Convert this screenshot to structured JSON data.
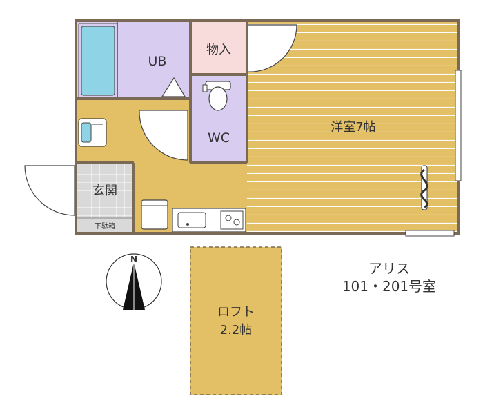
{
  "colors": {
    "wall": "#7a6a55",
    "floor": "#e3c066",
    "bath": "#d8cdf0",
    "storage": "#f8dcdc",
    "tub": "#8fd3e6",
    "tile": "#d9d9d9",
    "stripe": "#ffffff"
  },
  "rooms": {
    "ub": "UB",
    "storage": "物入",
    "wc": "WC",
    "western": "洋室7帖",
    "entrance": "玄関",
    "shoebox": "下駄箱",
    "loft_line1": "ロフト",
    "loft_line2": "2.2帖"
  },
  "property": {
    "name": "アリス",
    "units": "101・201号室"
  },
  "compass": {
    "north": "N"
  }
}
